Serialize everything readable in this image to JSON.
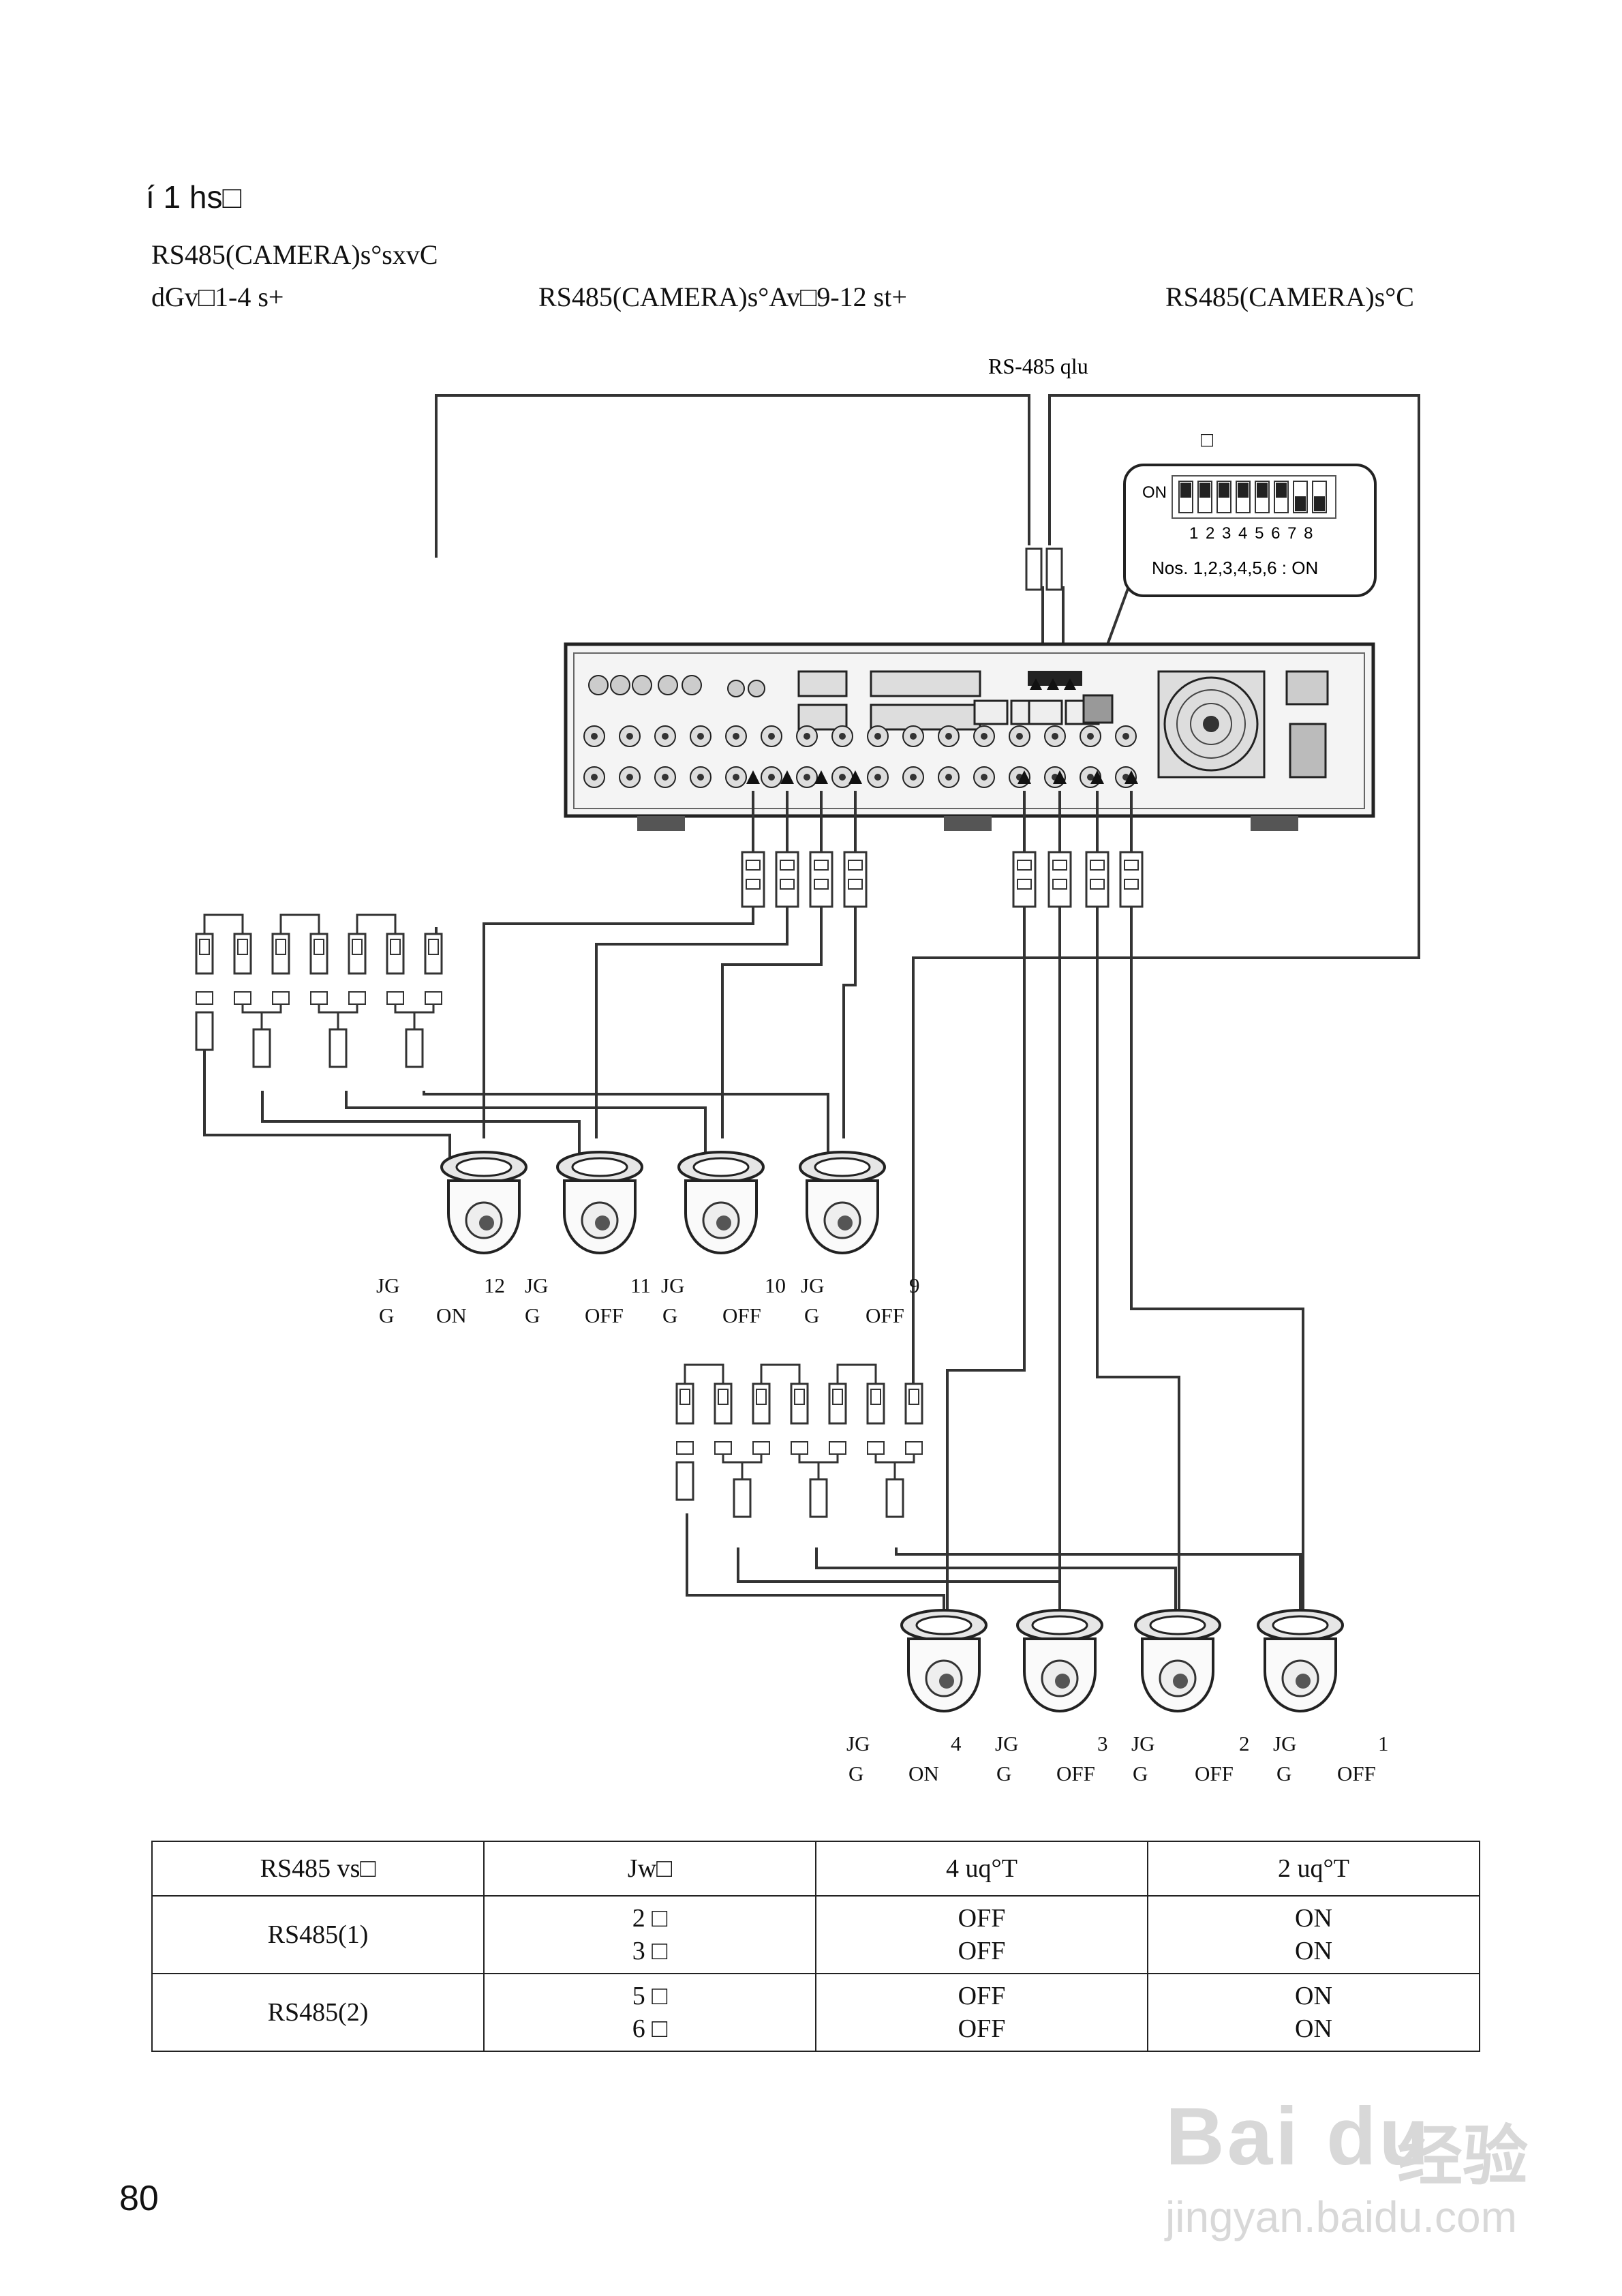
{
  "header": {
    "title": "í  1 hs□",
    "line1": "RS485(CAMERA)s°sxvC",
    "line2_left": "dGv□1-4 s+",
    "line2_mid": "RS485(CAMERA)s°Av□9-12 st+",
    "line2_right": "RS485(CAMERA)s°C"
  },
  "diagram": {
    "rs485_label": "RS-485 qlu",
    "dip_note": "□",
    "dip_on_label": "ON",
    "dip_numbers": "1 2 3 4 5 6 7 8",
    "dip_state": "Nos. 1,2,3,4,5,6 : ON",
    "dip_switch_on": [
      true,
      true,
      true,
      true,
      true,
      true,
      false,
      false
    ],
    "upper_cameras": [
      {
        "prefix": "JG",
        "number": "12",
        "term_prefix": "G",
        "term": "ON"
      },
      {
        "prefix": "JG",
        "number": "11",
        "term_prefix": "G",
        "term": "OFF"
      },
      {
        "prefix": "JG",
        "number": "10",
        "term_prefix": "G",
        "term": "OFF"
      },
      {
        "prefix": "JG",
        "number": "9",
        "term_prefix": "G",
        "term": "OFF"
      }
    ],
    "lower_cameras": [
      {
        "prefix": "JG",
        "number": "4",
        "term_prefix": "G",
        "term": "ON"
      },
      {
        "prefix": "JG",
        "number": "3",
        "term_prefix": "G",
        "term": "OFF"
      },
      {
        "prefix": "JG",
        "number": "2",
        "term_prefix": "G",
        "term": "OFF"
      },
      {
        "prefix": "JG",
        "number": "1",
        "term_prefix": "G",
        "term": "OFF"
      }
    ]
  },
  "table": {
    "headers": [
      "RS485 vs□",
      "Jw□",
      "4 uq°T",
      "2 uq°T"
    ],
    "rows": [
      {
        "port": "RS485(1)",
        "pins": [
          "2 □",
          "3 □"
        ],
        "four": [
          "OFF",
          "OFF"
        ],
        "two": [
          "ON",
          "ON"
        ]
      },
      {
        "port": "RS485(2)",
        "pins": [
          "5 □",
          "6 □"
        ],
        "four": [
          "OFF",
          "OFF"
        ],
        "two": [
          "ON",
          "ON"
        ]
      }
    ]
  },
  "page_number": "80",
  "watermark": {
    "brand": "Bai du",
    "cn": "经验",
    "url": "jingyan.baidu.com"
  }
}
